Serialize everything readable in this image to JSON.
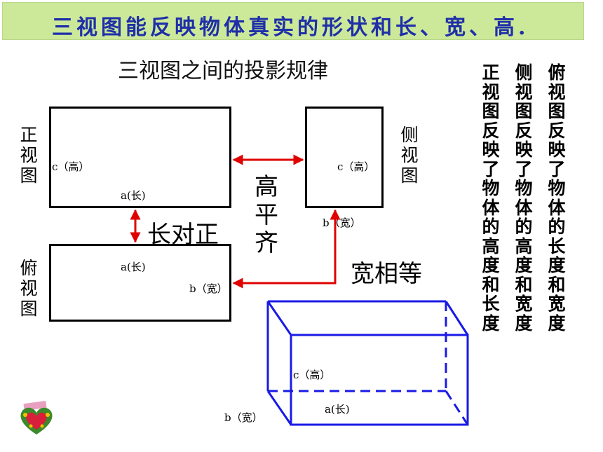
{
  "banner": {
    "text": "三视图能反映物体真实的形状和长、宽、高."
  },
  "subtitle": "三视图之间的投影规律",
  "views": {
    "front": {
      "label": "正视图",
      "height_label": "c（高）",
      "length_label": "a(长)"
    },
    "side": {
      "label": "侧视图",
      "height_label": "c（高）",
      "width_label": "b（宽）"
    },
    "top": {
      "label": "俯视图",
      "length_label": "a(长)",
      "width_label": "b（宽）"
    }
  },
  "rules": {
    "height": "高平齐",
    "length": "长对正",
    "width": "宽相等"
  },
  "box_labels": {
    "height": "c（高）",
    "length": "a(长)",
    "width": "b（宽）"
  },
  "notes": [
    "俯视图反映了物体的长度和宽度",
    "侧视图反映了物体的高度和宽度",
    "正视图反映了物体的高度和长度"
  ],
  "colors": {
    "banner_bg": "#cce99a",
    "banner_text": "#1f2fa8",
    "arrow": "#e00000",
    "box": "#1a1ae6"
  },
  "icons": {
    "logo": "heart-wreath-logo"
  }
}
